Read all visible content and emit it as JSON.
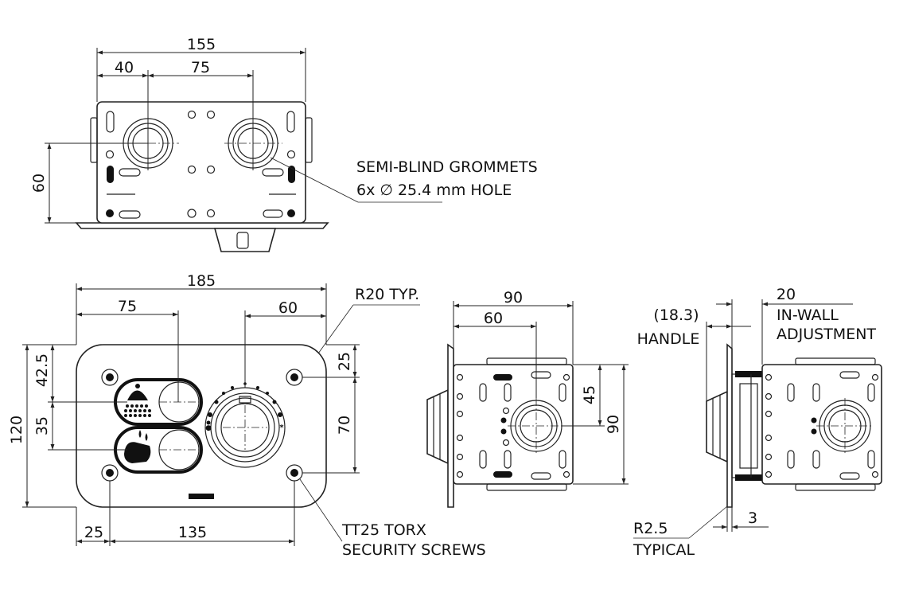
{
  "top_view": {
    "dims": {
      "overall_width": "155",
      "left_offset": "40",
      "grommet_spacing": "75",
      "grommet_height": "60"
    },
    "note_line1": "SEMI-BLIND GROMMETS",
    "note_line2": "6x ∅ 25.4 mm HOLE"
  },
  "front_view": {
    "dims": {
      "overall_width": "185",
      "icon_offset": "75",
      "knob_offset": "60",
      "overall_height": "120",
      "icon_top": "42.5",
      "icon_spacing": "35",
      "screw_top": "25",
      "screw_spacing_v": "70",
      "screw_left": "25",
      "screw_spacing_h": "135"
    },
    "radius_note": "R20 TYP.",
    "screw_note_line1": "TT25 TORX",
    "screw_note_line2": "SECURITY SCREWS"
  },
  "side_view": {
    "dims": {
      "overall_width": "90",
      "center_offset": "60",
      "center_height": "45",
      "overall_height": "90"
    }
  },
  "section_view": {
    "dims": {
      "handle_dim": "(18.3)",
      "adjust_dim": "20",
      "plate_thickness": "3"
    },
    "handle_label": "HANDLE",
    "adjust_line1": "IN-WALL",
    "adjust_line2": "ADJUSTMENT",
    "radius_line1": "R2.5",
    "radius_line2": "TYPICAL"
  }
}
